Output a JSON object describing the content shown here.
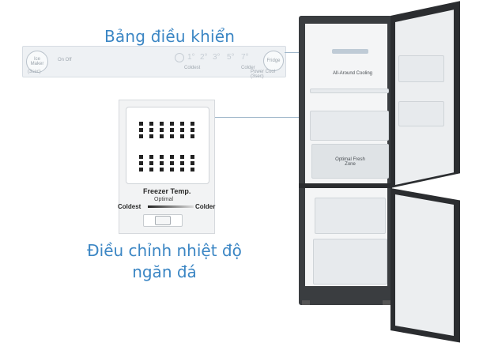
{
  "headings": {
    "control_panel": "Bảng điều khiển",
    "freezer_adjust_line1": "Điều chỉnh nhiệt độ",
    "freezer_adjust_line2": "ngăn đá"
  },
  "control_panel": {
    "ice_maker_label": "Ice Maker",
    "ice_maker_sub": "(3sec)",
    "left_indicators": "On   Off",
    "digits": [
      "1°",
      "2°",
      "3°",
      "5°",
      "7°"
    ],
    "coldest": "Coldest",
    "colder": "Colder",
    "fridge_label": "Fridge",
    "fridge_sub": "Power Cool (3sec)"
  },
  "freezer_dial": {
    "title": "Freezer Temp.",
    "optimal": "Optimal",
    "coldest": "Coldest",
    "colder": "Colder"
  },
  "fridge_labels": {
    "all_around": "All-Around Cooling",
    "optimal_fresh_1": "Optimal Fresh",
    "optimal_fresh_2": "Zone"
  },
  "colors": {
    "heading": "#3b86c4",
    "fridge_body": "#3a3d40"
  }
}
